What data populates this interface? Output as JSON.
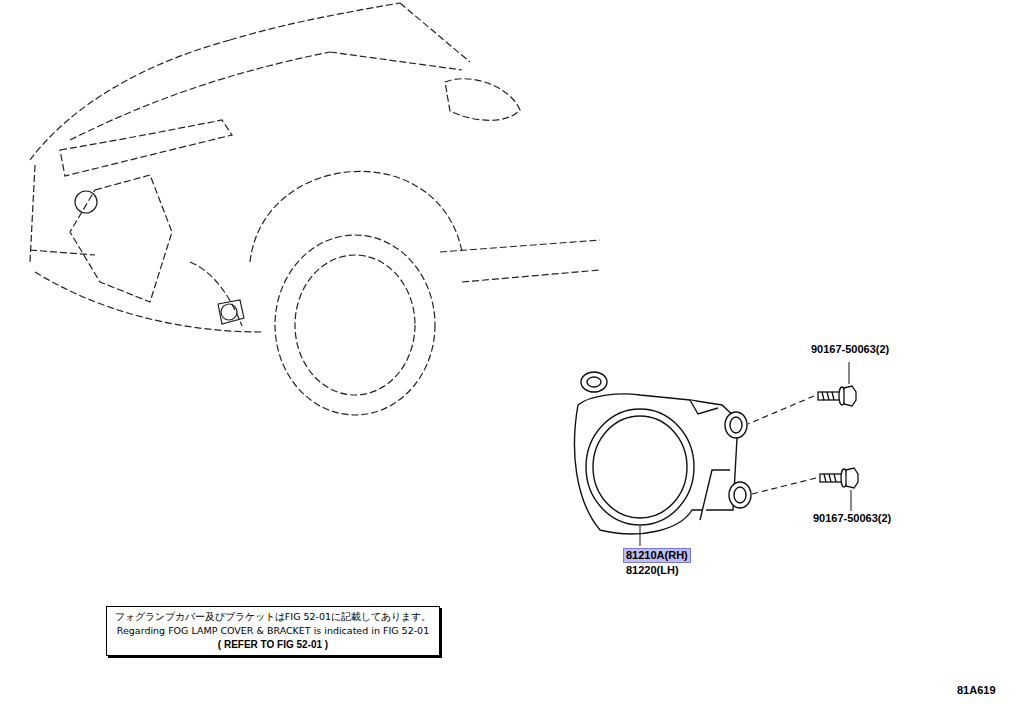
{
  "diagram": {
    "nodes": [
      {
        "text": [
          "フォグランプカバー及びブラケットはFIG 52-01に記載してあります。",
          "Regarding FOG LAMP COVER & BRACKET is indicated in FIG 52-01",
          "( REFER TO FIG 52-01 )"
        ]
      }
    ],
    "labels": [
      "90167-50063(2)",
      "90167-50063(2)",
      "81210A(RH)",
      "81220(LH)",
      "81A619"
    ]
  }
}
